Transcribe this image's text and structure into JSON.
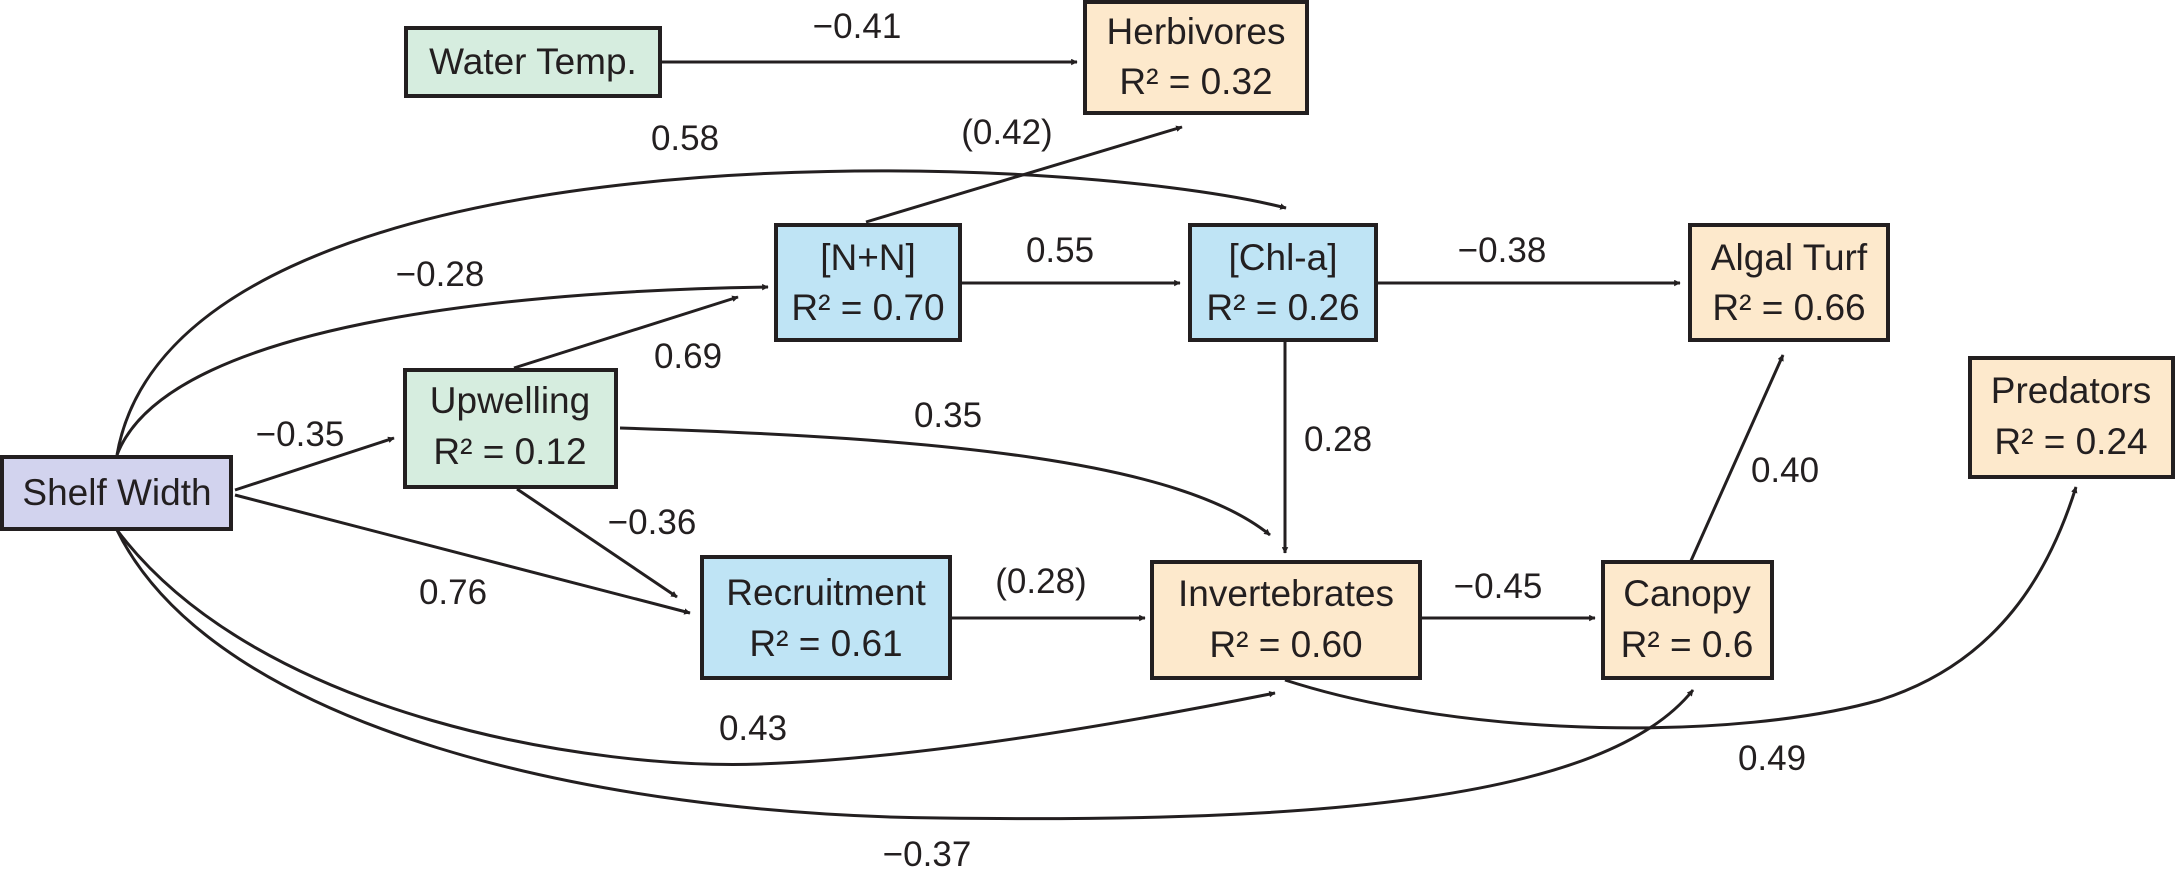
{
  "colors": {
    "green": "#d6eddf",
    "blue": "#bfe4f5",
    "orange": "#fde9cc",
    "purple": "#d2d3ee",
    "stroke": "#231f20"
  },
  "nodes": {
    "water_temp": {
      "name": "Water Temp.",
      "r2": ""
    },
    "herbivores": {
      "name": "Herbivores",
      "r2": "R² = 0.32"
    },
    "nn": {
      "name": "[N+N]",
      "r2": "R² = 0.70"
    },
    "chla": {
      "name": "[Chl-a]",
      "r2": "R² = 0.26"
    },
    "algal_turf": {
      "name": "Algal Turf",
      "r2": "R² = 0.66"
    },
    "predators": {
      "name": "Predators",
      "r2": "R² = 0.24"
    },
    "upwelling": {
      "name": "Upwelling",
      "r2": "R² = 0.12"
    },
    "shelf_width": {
      "name": "Shelf Width",
      "r2": ""
    },
    "recruitment": {
      "name": "Recruitment",
      "r2": "R² = 0.61"
    },
    "invertebrates": {
      "name": "Invertebrates",
      "r2": "R² = 0.60"
    },
    "canopy": {
      "name": "Canopy",
      "r2": "R² = 0.6"
    }
  },
  "edges": {
    "water_herb": {
      "from": "Water Temp.",
      "to": "Herbivores",
      "coef": "−0.41"
    },
    "shelf_chla": {
      "from": "Shelf Width",
      "to": "[Chl-a]",
      "coef": "0.58"
    },
    "nn_herb": {
      "from": "[N+N]",
      "to": "Herbivores",
      "coef": "(0.42)"
    },
    "shelf_nn": {
      "from": "Shelf Width",
      "to": "[N+N]",
      "coef": "−0.28"
    },
    "nn_chla": {
      "from": "[N+N]",
      "to": "[Chl-a]",
      "coef": "0.55"
    },
    "chla_algal": {
      "from": "[Chl-a]",
      "to": "Algal Turf",
      "coef": "−0.38"
    },
    "upw_nn": {
      "from": "Upwelling",
      "to": "[N+N]",
      "coef": "0.69"
    },
    "shelf_upw": {
      "from": "Shelf Width",
      "to": "Upwelling",
      "coef": "−0.35"
    },
    "upw_inv": {
      "from": "Upwelling",
      "to": "Invertebrates",
      "coef": "0.35"
    },
    "chla_inv": {
      "from": "[Chl-a]",
      "to": "Invertebrates",
      "coef": "0.28"
    },
    "upw_rec": {
      "from": "Upwelling",
      "to": "Recruitment",
      "coef": "−0.36"
    },
    "shelf_rec": {
      "from": "Shelf Width",
      "to": "Recruitment",
      "coef": "0.76"
    },
    "rec_inv": {
      "from": "Recruitment",
      "to": "Invertebrates",
      "coef": "(0.28)"
    },
    "inv_can": {
      "from": "Invertebrates",
      "to": "Canopy",
      "coef": "−0.45"
    },
    "can_algal": {
      "from": "Canopy",
      "to": "Algal Turf",
      "coef": "0.40"
    },
    "shelf_inv": {
      "from": "Shelf Width",
      "to": "Invertebrates",
      "coef": "0.43"
    },
    "inv_pred": {
      "from": "Invertebrates",
      "to": "Predators",
      "coef": "0.49"
    },
    "shelf_can": {
      "from": "Shelf Width",
      "to": "Canopy",
      "coef": "−0.37"
    }
  }
}
